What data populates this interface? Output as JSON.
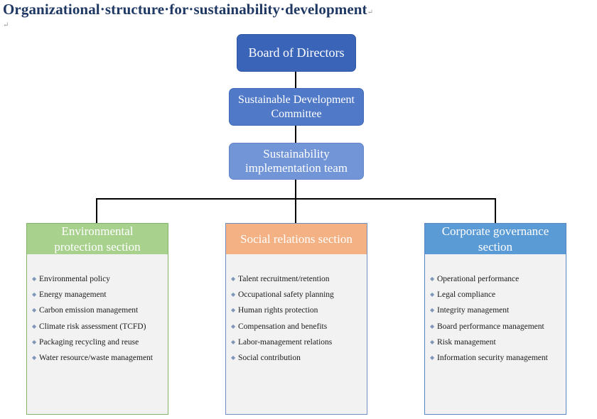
{
  "title": "Organizational·structure·for·sustainability·development",
  "marks": {
    "title_end": "↵",
    "empty_para": "↵"
  },
  "board": "Board of Directors",
  "committee": {
    "line1": "Sustainable Development",
    "line2": "Committee"
  },
  "team": {
    "line1": "Sustainability",
    "line2": "implementation team"
  },
  "bullet_glyph": "◆",
  "sections": {
    "environmental": {
      "line1": "Environmental",
      "line2": "protection section",
      "items": [
        "Environmental policy",
        "Energy management",
        "Carbon emission management",
        "Climate risk assessment (TCFD)",
        "Packaging recycling and reuse",
        "Water resource/waste management"
      ]
    },
    "social": {
      "line1": "Social relations section",
      "items": [
        "Talent recruitment/retention",
        "Occupational safety planning",
        "Human rights protection",
        "Compensation and benefits",
        "Labor-management relations",
        "Social contribution"
      ]
    },
    "governance": {
      "line1": "Corporate governance",
      "line2": "section",
      "items": [
        "Operational performance",
        "Legal compliance",
        "Integrity management",
        "Board performance management",
        "Risk management",
        "Information security management"
      ]
    }
  },
  "colors": {
    "title": "#1f3864",
    "board": "#3a64b7",
    "committee": "#5079c8",
    "team": "#7295d8",
    "environmental_header": "#a9d18e",
    "social_header": "#f4b183",
    "governance_header": "#5b9bd5",
    "section_body": "#f2f2f2",
    "connector": "#000000"
  }
}
